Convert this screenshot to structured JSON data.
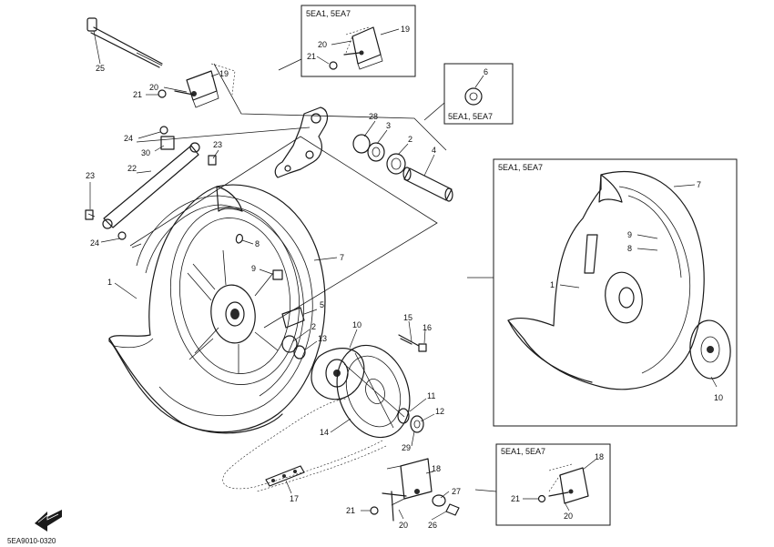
{
  "insets": {
    "top": {
      "title": "5EA1, 5EA7",
      "labels": [
        "20",
        "19",
        "21"
      ]
    },
    "small": {
      "title": "5EA1, 5EA7",
      "labels": [
        "6"
      ]
    },
    "large": {
      "title": "5EA1, 5EA7",
      "labels": [
        "7",
        "9",
        "8",
        "1",
        "10"
      ]
    },
    "bottom": {
      "title": "5EA1, 5EA7",
      "labels": [
        "18",
        "21",
        "20"
      ]
    }
  },
  "callouts": {
    "c25": "25",
    "c19": "19",
    "c20": "20",
    "c21": "21",
    "c28": "28",
    "c3": "3",
    "c2": "2",
    "c4": "4",
    "c24a": "24",
    "c30": "30",
    "c23a": "23",
    "c22": "22",
    "c23b": "23",
    "c24b": "24",
    "c8": "8",
    "c7": "7",
    "c1": "1",
    "c9": "9",
    "c5": "5",
    "c2b": "2",
    "c13": "13",
    "c10": "10",
    "c15": "15",
    "c16": "16",
    "c11": "11",
    "c12": "12",
    "c14": "14",
    "c29": "29",
    "c17": "17",
    "c18": "18",
    "c27": "27",
    "c21b": "21",
    "c20b": "20",
    "c26": "26"
  },
  "footer": {
    "code": "5EA9010-0320"
  },
  "front_icon": "front-arrow-icon"
}
